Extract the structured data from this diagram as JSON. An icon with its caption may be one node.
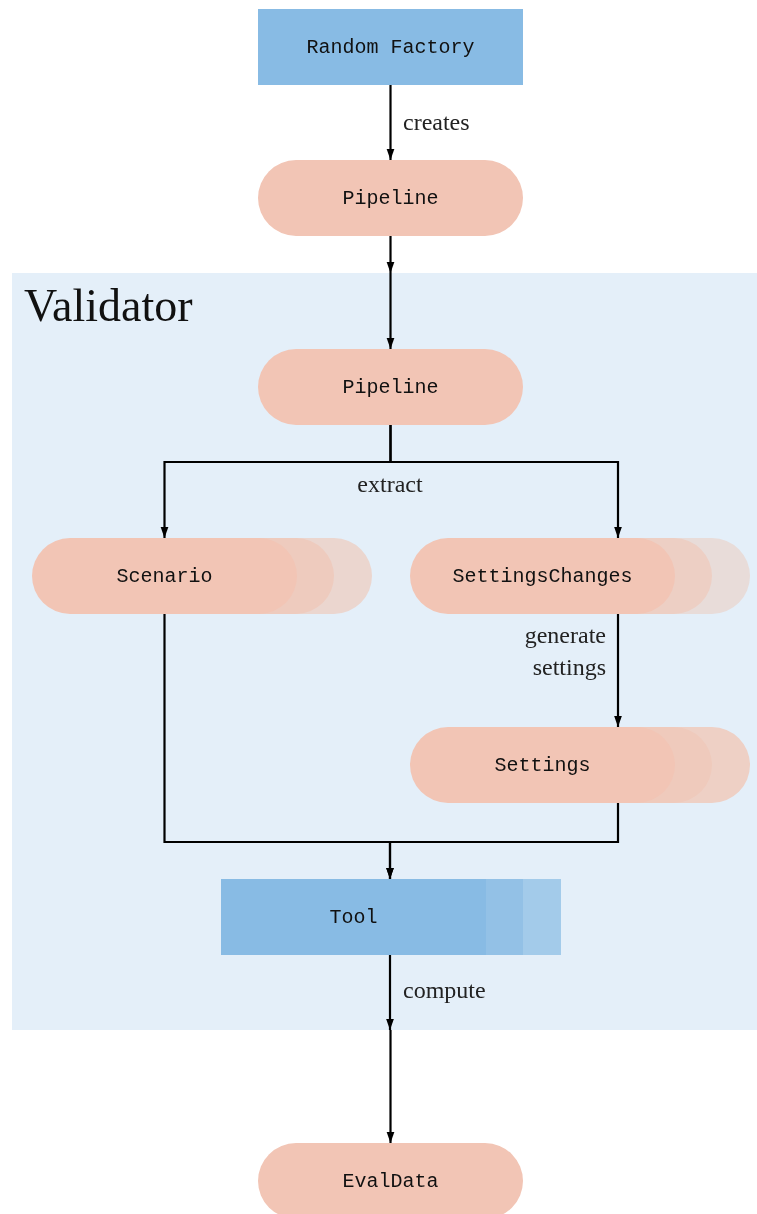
{
  "diagram": {
    "nodes": [
      {
        "text": [
          "Random Factory"
        ]
      },
      {
        "text": [
          "Pipeline"
        ]
      },
      {
        "text": [
          "Validator"
        ]
      },
      {
        "text": [
          "Pipeline"
        ],
        "in": 2
      },
      {
        "text": [
          "Scenario"
        ],
        "in": 2
      },
      {
        "text": [
          "SettingsChanges"
        ],
        "in": 2
      },
      {
        "text": [
          "Settings"
        ],
        "in": 2
      },
      {
        "text": [
          "Tool"
        ],
        "in": 2
      },
      {
        "text": [
          "EvalData"
        ]
      }
    ],
    "edges": [
      {
        "from": 0,
        "to": 1,
        "arrow": "to",
        "label": "creates"
      },
      {
        "from": 1,
        "to": 2,
        "arrow": "to"
      },
      {
        "from": 2,
        "to": 3,
        "arrow": "to"
      },
      {
        "from": 3,
        "to": 4,
        "arrow": "to",
        "label": "extract"
      },
      {
        "from": 3,
        "to": 5,
        "arrow": "to"
      },
      {
        "from": 5,
        "to": 6,
        "arrow": "to",
        "label": "generate settings"
      },
      {
        "from": 4,
        "to": 7,
        "arrow": "to"
      },
      {
        "from": 6,
        "to": 7,
        "arrow": "to"
      },
      {
        "from": 7,
        "to": 2,
        "arrow": "to",
        "label": "compute"
      },
      {
        "from": 2,
        "to": 8,
        "arrow": "to"
      }
    ]
  }
}
